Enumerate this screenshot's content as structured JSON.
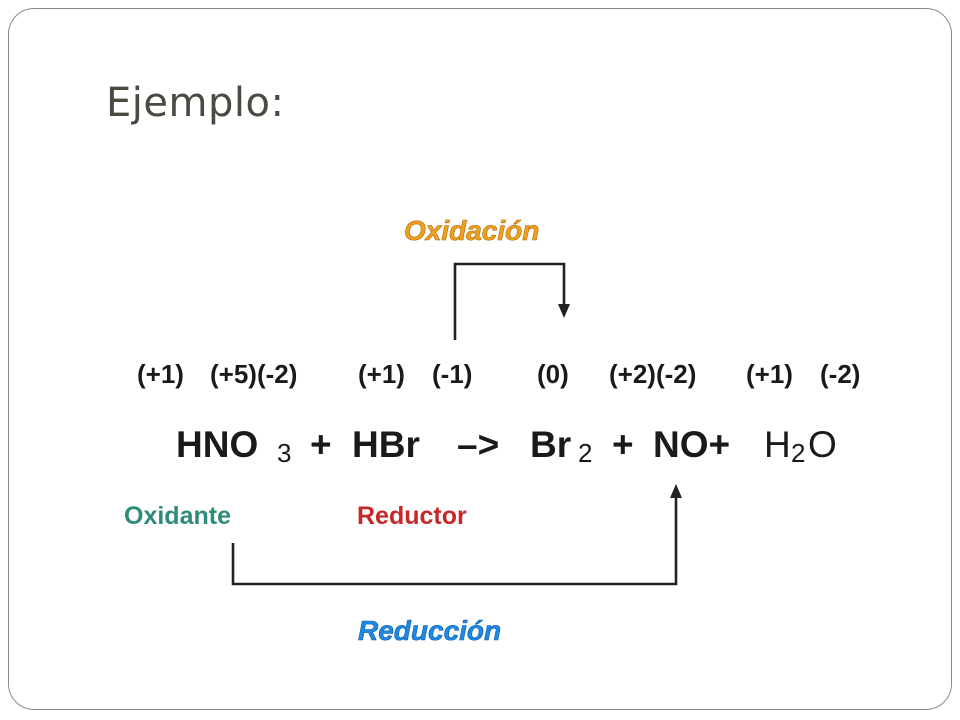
{
  "slide": {
    "title": "Ejemplo:"
  },
  "diagram": {
    "oxidation_label": "Oxidación",
    "reduction_label": "Reducción",
    "oxidizing_agent_label": "Oxidante",
    "reducing_agent_label": "Reductor",
    "oxidation_numbers": [
      "(+1)",
      "(+5)(-2)",
      "(+1)",
      "(-1)",
      "(0)",
      "(+2)(-2)",
      "(+1)",
      "(-2)"
    ],
    "equation": {
      "hno3_main": "HNO",
      "hno3_sub": "3",
      "plus1": "+",
      "hbr": "HBr",
      "arrow": "–>",
      "br2_main": "Br",
      "br2_sub": "2",
      "plus2": "+",
      "no": "NO+",
      "h2o_h": "H",
      "h2o_sub": "2",
      "h2o_o": "O"
    },
    "colors": {
      "oxidation": "#f0a020",
      "reduction": "#1e88e5",
      "oxidizing_agent": "#2e8b7a",
      "reducing_agent": "#c62828",
      "arrow_line": "#222222"
    }
  }
}
